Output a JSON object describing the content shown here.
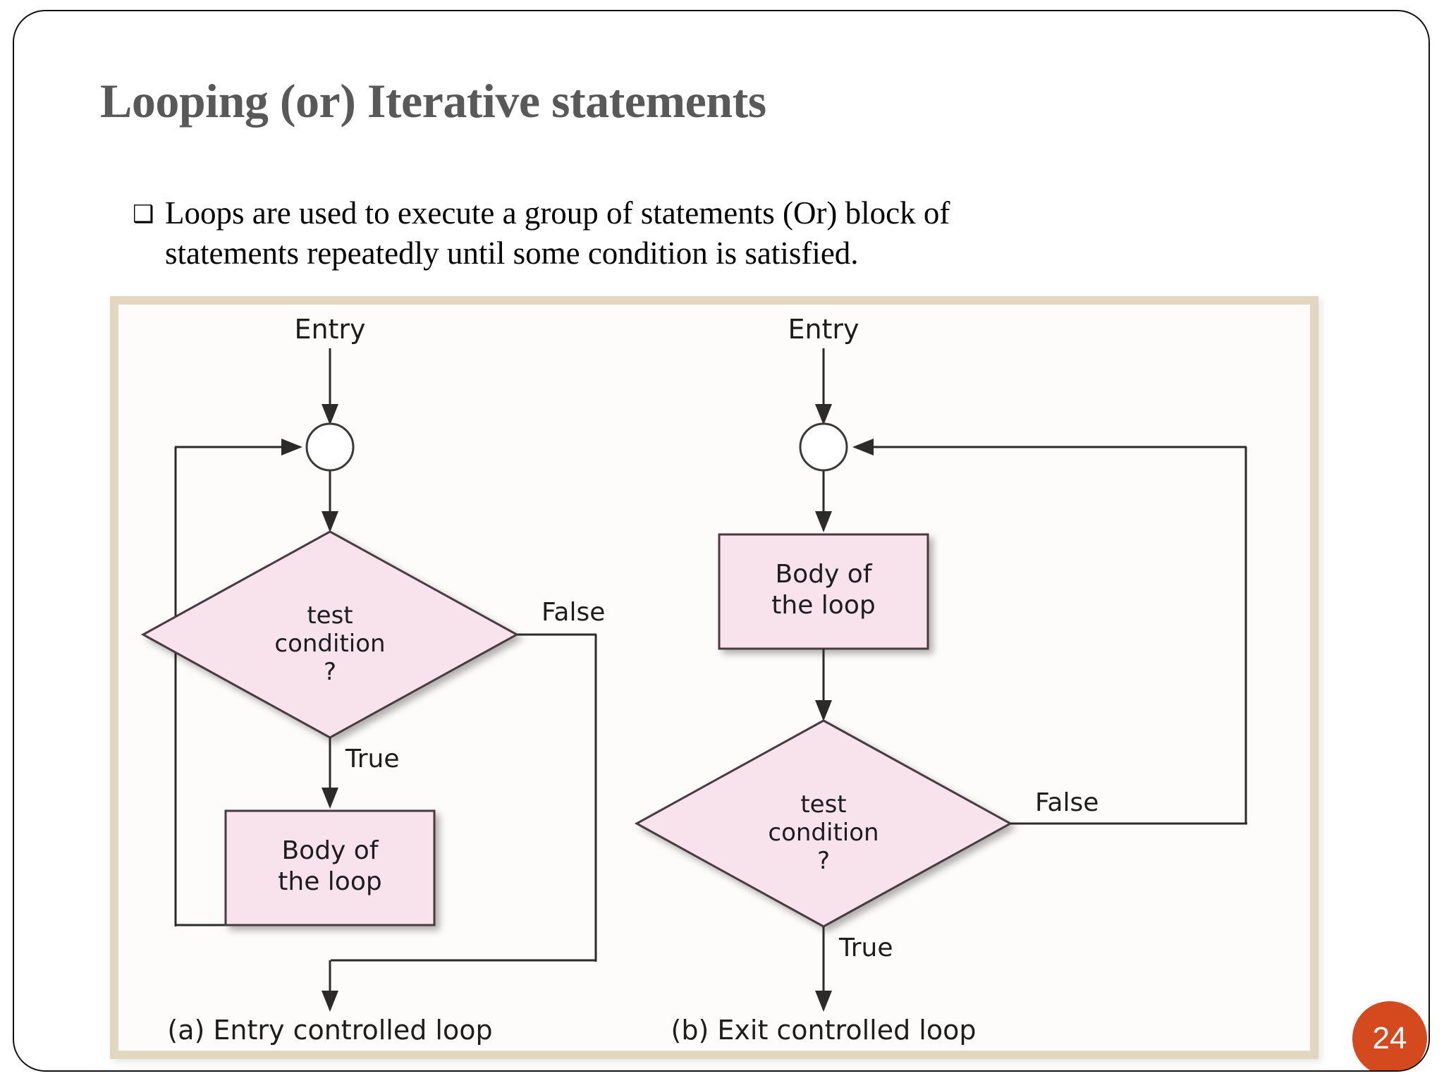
{
  "slide": {
    "title": "Looping (or) Iterative statements",
    "page_number": "24",
    "bullet_marker": "❯",
    "bullets": [
      {
        "line1": "Loops are used to execute a group of statements (Or) block of",
        "line2": "statements repeatedly until some condition is satisfied."
      }
    ],
    "colors": {
      "title": "#595959",
      "body_text": "#000000",
      "badge_bg": "#d5491f",
      "badge_text": "#ffffff",
      "frame_border": "#e2d8c2",
      "node_fill": "#f8e3ec",
      "node_stroke": "#4a3a42",
      "line": "#2b2b2b"
    }
  },
  "figure": {
    "caption_a": "(a) Entry controlled loop",
    "caption_b": "(b) Exit controlled loop",
    "diagram_a": {
      "name": "entry-controlled-loop",
      "entry_label": "Entry",
      "decision_label_line1": "test",
      "decision_label_line2": "condition",
      "decision_label_line3": "?",
      "process_label_line1": "Body of",
      "process_label_line2": "the loop",
      "true_label": "True",
      "false_label": "False"
    },
    "diagram_b": {
      "name": "exit-controlled-loop",
      "entry_label": "Entry",
      "process_label_line1": "Body of",
      "process_label_line2": "the loop",
      "decision_label_line1": "test",
      "decision_label_line2": "condition",
      "decision_label_line3": "?",
      "true_label": "True",
      "false_label": "False"
    }
  }
}
